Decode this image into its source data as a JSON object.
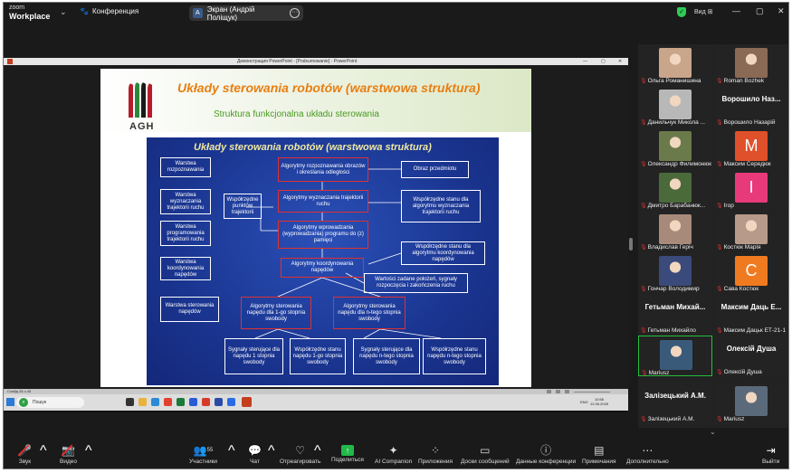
{
  "app": {
    "logo_line1": "zoom",
    "logo_line2": "Workplace",
    "meeting_label": "Конференция",
    "share_initial": "A",
    "share_label": "Экран (Андрій Поліщук)",
    "view_label": "Вид",
    "min_glyph": "—",
    "max_glyph": "▢",
    "close_glyph": "✕"
  },
  "ppt": {
    "window_title": "Демонстрация PowerPoint - [Podsumowanie] - PowerPoint",
    "min_glyph": "—",
    "max_glyph": "▢",
    "close_glyph": "✕",
    "slide_status": "Слайд 26 з 45",
    "search_label": "Пошук",
    "lang": "ENG",
    "time": "10:56",
    "date": "12.06.2025"
  },
  "slide": {
    "title": "Układy sterowania robotów (warstwowa struktura)",
    "subtitle": "Struktura funkcjonalna układu sterowania",
    "logo_text": "AGH",
    "diagram_title": "Układy sterowania robotów (warstwowa struktura)",
    "boxes": {
      "w_rozpoznawania": "Warstwa rozpoznawania",
      "w_wyznaczania": "Warstwa wyznaczania trajektorii ruchu",
      "w_programowania": "Warstwa programowania trajektorii ruchu",
      "w_koordynowania": "Warstwa koordynowania napędów",
      "w_sterowania": "Warstwa sterowania napędów",
      "a_rozpoznawania": "Algorytmy rozpoznawania obrazów i określania odległości",
      "obraz": "Obraz przedmiotu",
      "a_wyznaczania": "Algorytmy wyznaczania trajektorii ruchu",
      "wsp_punktow": "Współrzędne punktów trajektorii",
      "wsp_stanu_alg": "Współrzędne stanu dla algorytmu wyznaczania trajektorii ruchu",
      "a_wprowadzania": "Algorytmy wprowadzania (wyprowadzania) programu do (z) pamięci",
      "wsp_stanu_koord": "Współrzędne stanu dla algorytmu koordynowania napędów",
      "a_koordynowania": "Algorytmy koordynowania napędów",
      "wartosci": "Wartości zadane położeń, sygnały rozpoczęcia i zakończenia ruchu",
      "a_ster_1": "Algorytmy sterowania napędu dla 1-go stopnia swobody",
      "a_ster_n": "Algorytmy sterowania napędu dla n-tego stopnia swobody",
      "syg_1": "Sygnały sterujące dla napędu 1 stopnia swobody",
      "wsp_1": "Współrzędne stanu napędu 1-go stopnia swobody",
      "syg_n": "Sygnały sterujące dla napędu n-tego stopnia swobody",
      "wsp_n": "Współrzędne stanu napędu n-tego stopnia swobody"
    }
  },
  "participants": [
    {
      "name": "Ольга Романишина",
      "type": "photo",
      "color": "#c9a58a"
    },
    {
      "name": "Roman Bozhek",
      "type": "photo",
      "color": "#8a6a55"
    },
    {
      "name": "Данильчук Микола ...",
      "type": "photo",
      "color": "#b8b8b8"
    },
    {
      "name": "Ворошило Назарій",
      "type": "text",
      "big": "Ворошило Наз..."
    },
    {
      "name": "Олександр Филимонюк",
      "type": "photo",
      "color": "#6a7a4a"
    },
    {
      "name": "Максим Середюк",
      "type": "letter",
      "letter": "M",
      "color": "#e0502a"
    },
    {
      "name": "Дмитро Барабанюк...",
      "type": "photo",
      "color": "#4a6a3a"
    },
    {
      "name": "Ігор",
      "type": "letter",
      "letter": "I",
      "color": "#e83a7a"
    },
    {
      "name": "Владислав Геріч",
      "type": "photo",
      "color": "#a88a7a"
    },
    {
      "name": "Костюк Марія",
      "type": "photo",
      "color": "#b89a8a"
    },
    {
      "name": "Гончар Володимир",
      "type": "photo",
      "color": "#3a4a7a"
    },
    {
      "name": "Сава Костюк",
      "type": "letter",
      "letter": "C",
      "color": "#f07a20"
    },
    {
      "name": "Гетьман Михайло",
      "type": "text",
      "big": "Гетьман Михай..."
    },
    {
      "name": "Максим Дацьк ЕТ-21-1",
      "type": "text",
      "big": "Максим Даць Е..."
    },
    {
      "name": "Mariusz",
      "type": "photo",
      "color": "#3a5a7a",
      "active": true
    },
    {
      "name": "Олексій Душа",
      "type": "text",
      "big": "Олексій Душа"
    },
    {
      "name": "Залізецький А.М.",
      "type": "text",
      "big": "Залізецький А.М."
    },
    {
      "name": "Mariusz",
      "type": "photo",
      "color": "#5a6a7a"
    }
  ],
  "toolbar": {
    "audio": "Звук",
    "video": "Видео",
    "participants": "Участники",
    "participants_count": "55",
    "chat": "Чат",
    "react": "Отреагировать",
    "share": "Поделиться",
    "ai": "AI Companion",
    "apps": "Приложения",
    "whiteboards": "Доски сообщений",
    "meeting_data": "Данные конференции",
    "notes": "Примечания",
    "more": "Дополнительно",
    "leave": "Выйти"
  },
  "colors": {
    "zoom_green": "#22b84a",
    "active_border": "#24c03c",
    "slide_title": "#e87e10",
    "slide_subtitle": "#4a9a22",
    "diagram_bg": "#1a3590",
    "box_red": "#e03030"
  }
}
